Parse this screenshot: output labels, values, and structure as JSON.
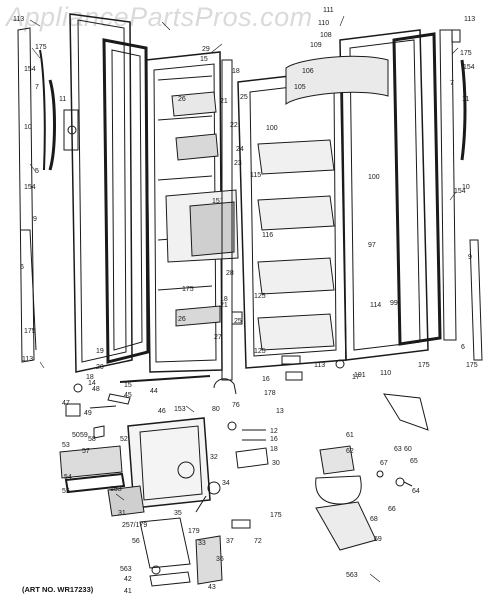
{
  "watermark": "AppliancePartsPros.com",
  "art_number": "(ART NO. WR17233)",
  "callouts": [
    {
      "id": "113",
      "slot": 0
    },
    {
      "id": "175",
      "slot": 1
    },
    {
      "id": "154",
      "slot": 2
    },
    {
      "id": "7",
      "slot": 3
    },
    {
      "id": "11",
      "slot": 4
    },
    {
      "id": "10",
      "slot": 5
    },
    {
      "id": "5",
      "slot": 6
    },
    {
      "id": "154",
      "slot": 7
    },
    {
      "id": "9",
      "slot": 8
    },
    {
      "id": "6",
      "slot": 9
    },
    {
      "id": "175",
      "slot": 10
    },
    {
      "id": "113",
      "slot": 11
    },
    {
      "id": "19",
      "slot": 12
    },
    {
      "id": "20",
      "slot": 13
    },
    {
      "id": "14",
      "slot": 14
    },
    {
      "id": "29",
      "slot": 15
    },
    {
      "id": "15",
      "slot": 16
    },
    {
      "id": "18",
      "slot": 17
    },
    {
      "id": "26",
      "slot": 18
    },
    {
      "id": "21",
      "slot": 19
    },
    {
      "id": "25",
      "slot": 20
    },
    {
      "id": "22",
      "slot": 21
    },
    {
      "id": "24",
      "slot": 22
    },
    {
      "id": "23",
      "slot": 23
    },
    {
      "id": "151",
      "slot": 24
    },
    {
      "id": "28",
      "slot": 25
    },
    {
      "id": "175",
      "slot": 26
    },
    {
      "id": "18",
      "slot": 27
    },
    {
      "id": "26",
      "slot": 28
    },
    {
      "id": "21",
      "slot": 29
    },
    {
      "id": "25",
      "slot": 30
    },
    {
      "id": "27",
      "slot": 31
    },
    {
      "id": "111",
      "slot": 32
    },
    {
      "id": "110",
      "slot": 33
    },
    {
      "id": "108",
      "slot": 34
    },
    {
      "id": "109",
      "slot": 35
    },
    {
      "id": "106",
      "slot": 36
    },
    {
      "id": "105",
      "slot": 37
    },
    {
      "id": "100",
      "slot": 38
    },
    {
      "id": "115",
      "slot": 39
    },
    {
      "id": "116",
      "slot": 40
    },
    {
      "id": "125",
      "slot": 41
    },
    {
      "id": "125",
      "slot": 42
    },
    {
      "id": "114",
      "slot": 43
    },
    {
      "id": "97",
      "slot": 44
    },
    {
      "id": "99",
      "slot": 45
    },
    {
      "id": "100",
      "slot": 46
    },
    {
      "id": "113",
      "slot": 47
    },
    {
      "id": "175",
      "slot": 48
    },
    {
      "id": "154",
      "slot": 49
    },
    {
      "id": "7",
      "slot": 50
    },
    {
      "id": "11",
      "slot": 51
    },
    {
      "id": "10",
      "slot": 52
    },
    {
      "id": "154",
      "slot": 53
    },
    {
      "id": "9",
      "slot": 54
    },
    {
      "id": "6",
      "slot": 55
    },
    {
      "id": "175",
      "slot": 56
    },
    {
      "id": "113",
      "slot": 57
    },
    {
      "id": "16",
      "slot": 58
    },
    {
      "id": "17",
      "slot": 59
    },
    {
      "id": "178",
      "slot": 60
    },
    {
      "id": "191",
      "slot": 61
    },
    {
      "id": "110",
      "slot": 62
    },
    {
      "id": "175",
      "slot": 63
    },
    {
      "id": "18",
      "slot": 64
    },
    {
      "id": "48",
      "slot": 65
    },
    {
      "id": "45",
      "slot": 66
    },
    {
      "id": "44",
      "slot": 67
    },
    {
      "id": "46",
      "slot": 68
    },
    {
      "id": "47",
      "slot": 69
    },
    {
      "id": "49",
      "slot": 70
    },
    {
      "id": "58",
      "slot": 71
    },
    {
      "id": "57",
      "slot": 72
    },
    {
      "id": "59",
      "slot": 73
    },
    {
      "id": "50",
      "slot": 74
    },
    {
      "id": "52",
      "slot": 75
    },
    {
      "id": "153",
      "slot": 76
    },
    {
      "id": "53",
      "slot": 77
    },
    {
      "id": "54",
      "slot": 78
    },
    {
      "id": "55",
      "slot": 79
    },
    {
      "id": "32",
      "slot": 80
    },
    {
      "id": "34",
      "slot": 81
    },
    {
      "id": "153",
      "slot": 82
    },
    {
      "id": "31",
      "slot": 83
    },
    {
      "id": "35",
      "slot": 84
    },
    {
      "id": "15",
      "slot": 85
    },
    {
      "id": "80",
      "slot": 86
    },
    {
      "id": "76",
      "slot": 87
    },
    {
      "id": "13",
      "slot": 88
    },
    {
      "id": "12",
      "slot": 89
    },
    {
      "id": "16",
      "slot": 90
    },
    {
      "id": "18",
      "slot": 91
    },
    {
      "id": "30",
      "slot": 92
    },
    {
      "id": "60",
      "slot": 93
    },
    {
      "id": "61",
      "slot": 94
    },
    {
      "id": "62",
      "slot": 95
    },
    {
      "id": "67",
      "slot": 96
    },
    {
      "id": "63",
      "slot": 97
    },
    {
      "id": "65",
      "slot": 98
    },
    {
      "id": "64",
      "slot": 99
    },
    {
      "id": "66",
      "slot": 100
    },
    {
      "id": "68",
      "slot": 101
    },
    {
      "id": "69",
      "slot": 102
    },
    {
      "id": "563",
      "slot": 103
    },
    {
      "id": "175",
      "slot": 104
    },
    {
      "id": "72",
      "slot": 105
    },
    {
      "id": "257/179",
      "slot": 106
    },
    {
      "id": "56",
      "slot": 107
    },
    {
      "id": "179",
      "slot": 108
    },
    {
      "id": "33",
      "slot": 109
    },
    {
      "id": "37",
      "slot": 110
    },
    {
      "id": "36",
      "slot": 111
    },
    {
      "id": "563",
      "slot": 112
    },
    {
      "id": "42",
      "slot": 113
    },
    {
      "id": "41",
      "slot": 114
    },
    {
      "id": "43",
      "slot": 115
    }
  ]
}
